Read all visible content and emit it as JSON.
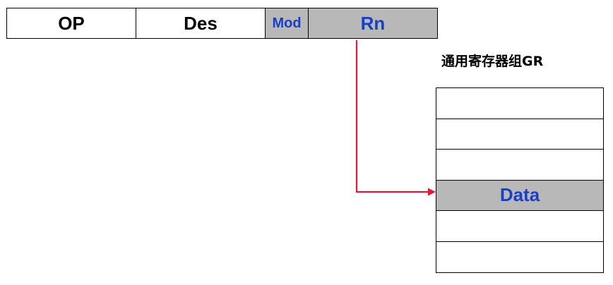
{
  "instruction": {
    "fields": [
      {
        "key": "op",
        "label": "OP"
      },
      {
        "key": "des",
        "label": "Des"
      },
      {
        "key": "mod",
        "label": "Mod"
      },
      {
        "key": "rn",
        "label": "Rn"
      }
    ]
  },
  "register_group": {
    "title": "通用寄存器组GR",
    "rows": [
      "",
      "",
      "",
      "Data",
      "",
      ""
    ]
  },
  "colors": {
    "highlight_fill": "#b8b8b8",
    "field_text_blue": "#1a3fc4",
    "arrow": "#e8163c"
  }
}
